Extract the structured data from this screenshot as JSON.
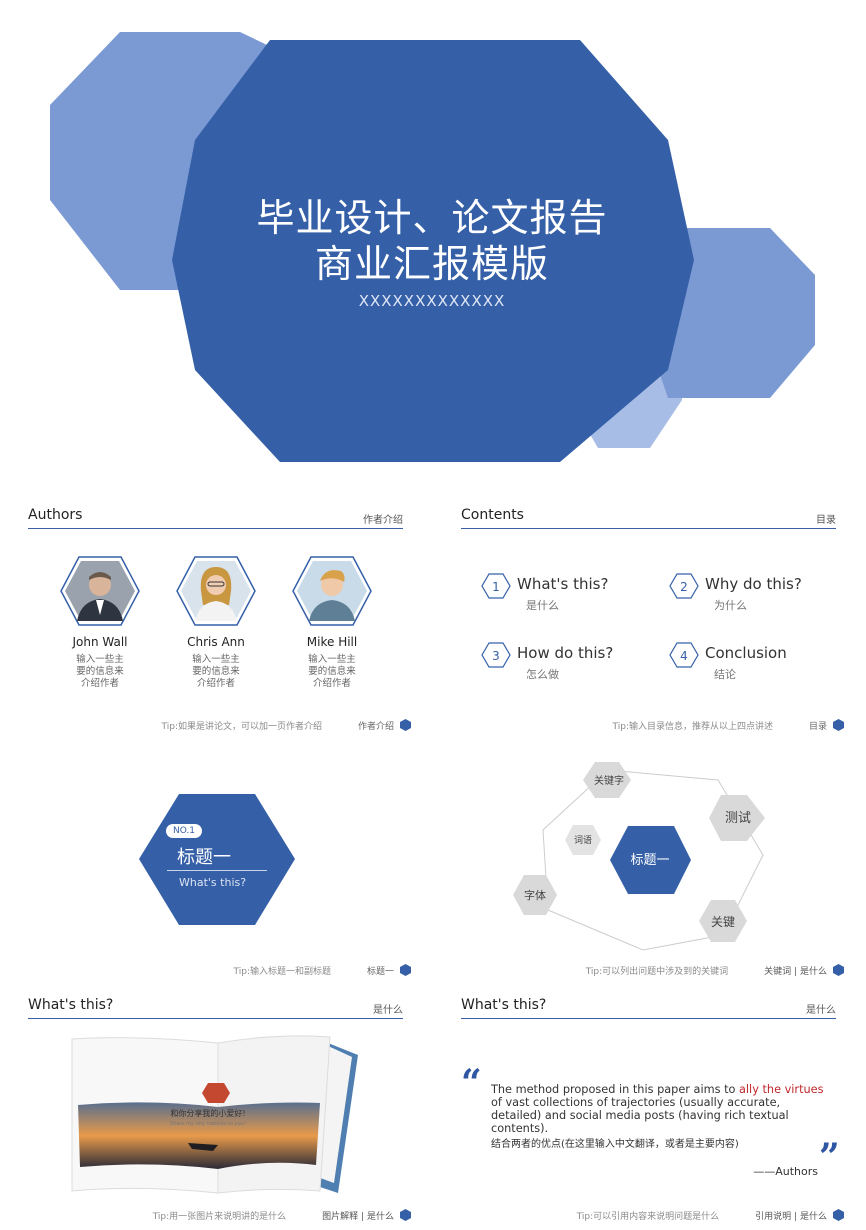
{
  "cover": {
    "title_line1": "毕业设计、论文报告",
    "title_line2": "商业汇报模版",
    "subtitle": "XXXXXXXXXXXXX",
    "colors": {
      "dark": "#3560a8",
      "mid": "#7b9ad4",
      "light": "#a8bde6"
    }
  },
  "authors_slide": {
    "title": "Authors",
    "tag": "作者介绍",
    "authors": [
      {
        "name": "John Wall",
        "desc": "输入一些主要的信息来介绍作者"
      },
      {
        "name": "Chris Ann",
        "desc": "输入一些主要的信息来介绍作者"
      },
      {
        "name": "Mike Hill",
        "desc": "输入一些主要的信息来介绍作者"
      }
    ],
    "tip": "Tip:如果是讲论文，可以加一页作者介绍",
    "footer_label": "作者介绍"
  },
  "contents_slide": {
    "title": "Contents",
    "tag": "目录",
    "items": [
      {
        "num": "1",
        "en": "What's this?",
        "cn": "是什么"
      },
      {
        "num": "2",
        "en": "Why do this?",
        "cn": "为什么"
      },
      {
        "num": "3",
        "en": "How do this?",
        "cn": "怎么做"
      },
      {
        "num": "4",
        "en": "Conclusion",
        "cn": "结论"
      }
    ],
    "tip": "Tip:输入目录信息，推荐从以上四点讲述",
    "footer_label": "目录"
  },
  "section_slide": {
    "badge": "NO.1",
    "title": "标题一",
    "subtitle": "What's this?",
    "tip": "Tip:输入标题一和副标题",
    "footer_label": "标题一"
  },
  "keywords_slide": {
    "center": "标题一",
    "keywords": [
      "关键字",
      "测试",
      "词语",
      "字体",
      "关键"
    ],
    "tip": "Tip:可以列出问题中涉及到的关键词",
    "footer_label1": "关键词",
    "footer_sep": "|",
    "footer_label2": "是什么"
  },
  "image_slide": {
    "title": "What's this?",
    "tag": "是什么",
    "book_heading": "和你分享我的小爱好!",
    "book_heading_en": "Share my tiny hobbies to you!",
    "tip": "Tip:用一张图片来说明讲的是什么",
    "footer_label1": "图片解释",
    "footer_sep": "|",
    "footer_label2": "是什么"
  },
  "quote_slide": {
    "title": "What's this?",
    "tag": "是什么",
    "quote_pre": "The method proposed in this paper aims to ",
    "quote_highlight": "ally the virtues",
    "quote_post": " of vast collections of trajectories (usually accurate, detailed) and social media posts (having rich textual contents).",
    "quote_cn": "结合两者的优点(在这里输入中文翻译，或者是主要内容)",
    "author": "——Authors",
    "open_mark": "“",
    "close_mark": "”",
    "tip": "Tip:可以引用内容来说明问题是什么",
    "footer_label1": "引用说明",
    "footer_sep": "|",
    "footer_label2": "是什么"
  }
}
